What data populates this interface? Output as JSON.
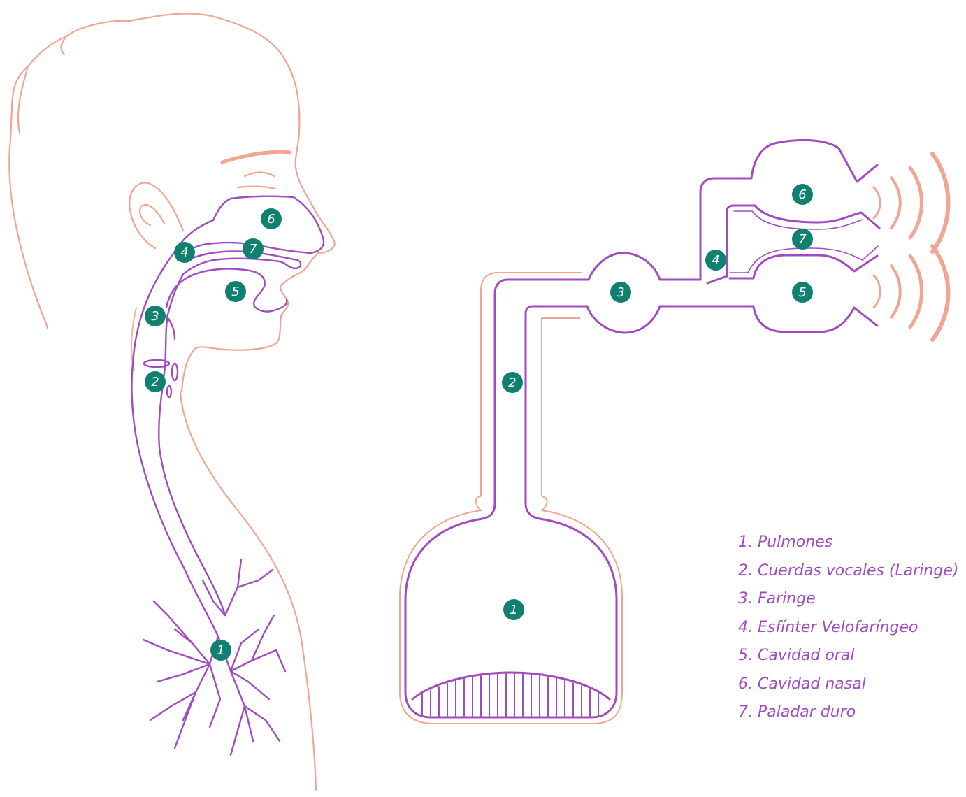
{
  "colors": {
    "purple": "#a24bc1",
    "purple_dark": "#9a44b8",
    "salmon": "#f2a592",
    "salmon_soft": "#f6b6a6",
    "teal": "#108070",
    "badge_text": "#ffffff",
    "legend_text": "#a24bc1"
  },
  "anatomy_badges": [
    "1",
    "2",
    "3",
    "4",
    "5",
    "6",
    "7"
  ],
  "schematic_badges": [
    "1",
    "2",
    "3",
    "4",
    "5",
    "6",
    "7"
  ],
  "legend": [
    "1. Pulmones",
    "2. Cuerdas vocales (Laringe)",
    "3. Faringe",
    "4. Esfínter Velofaríngeo",
    "5. Cavidad oral",
    "6. Cavidad nasal",
    "7. Paladar duro"
  ]
}
